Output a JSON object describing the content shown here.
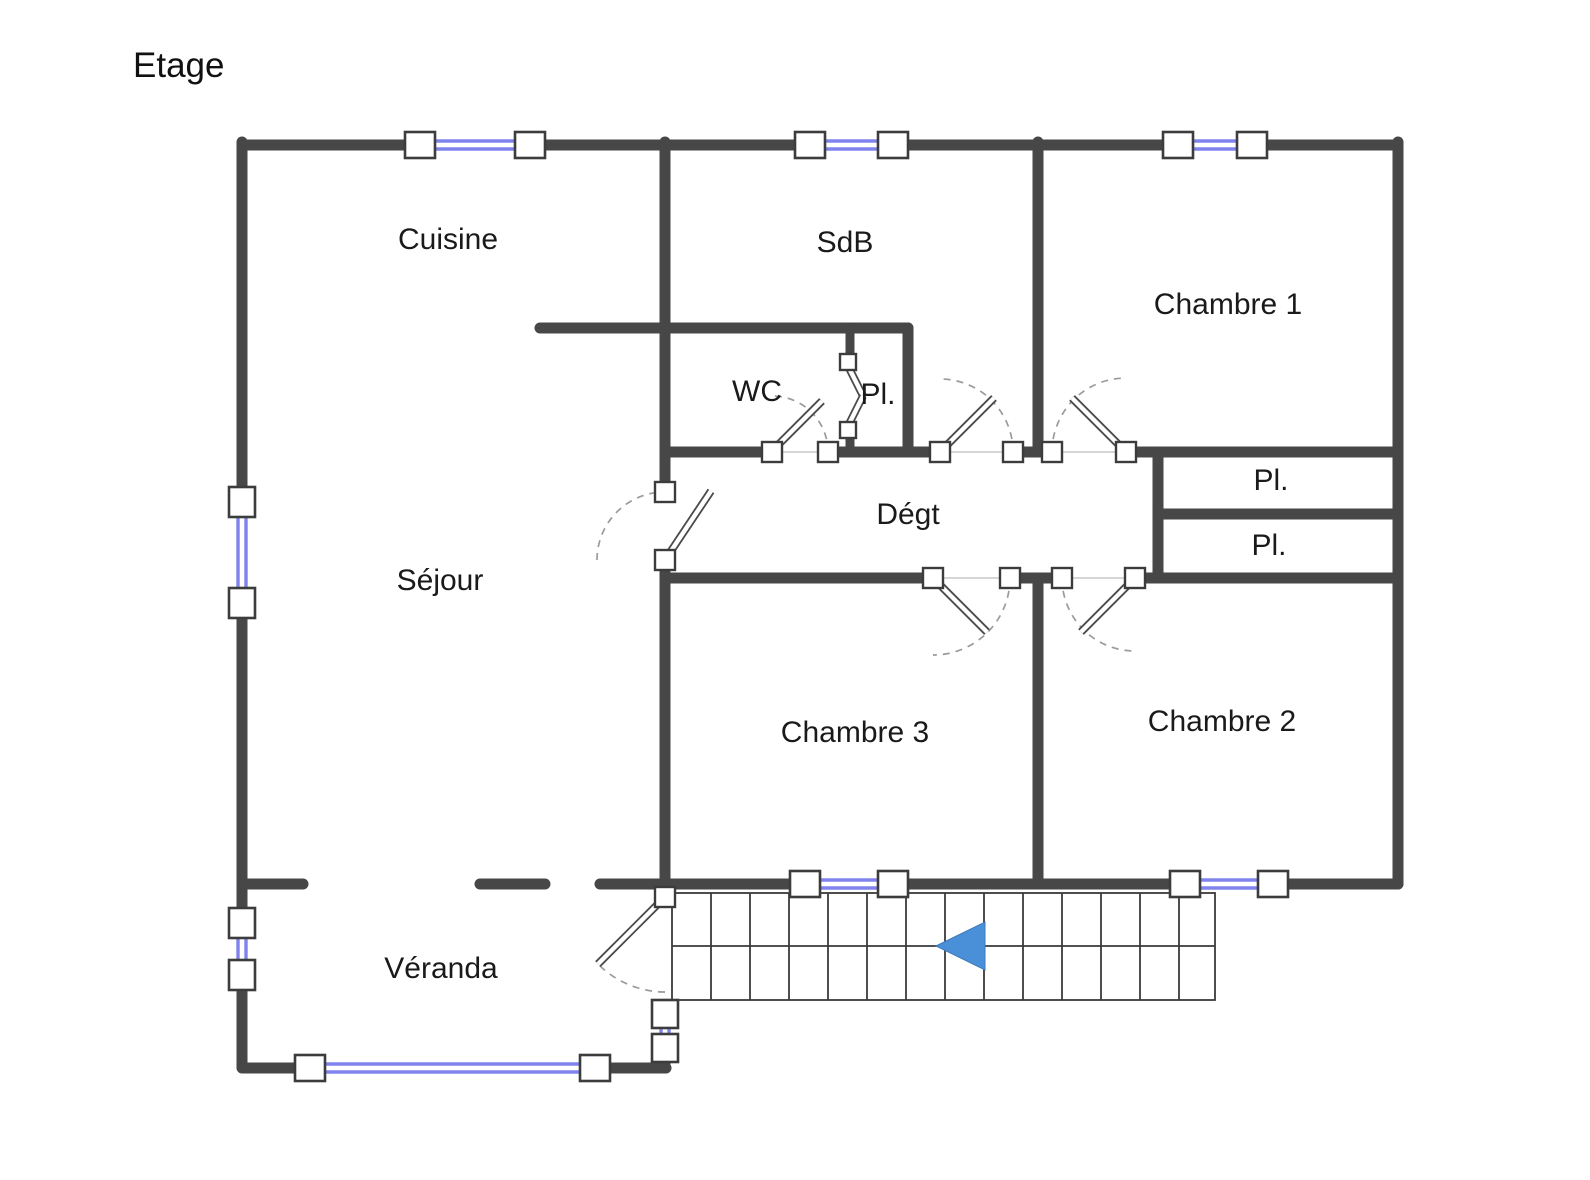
{
  "title": "Etage",
  "plan": {
    "rooms": [
      {
        "id": "cuisine",
        "label": "Cuisine"
      },
      {
        "id": "sdb",
        "label": "SdB"
      },
      {
        "id": "chambre-1",
        "label": "Chambre 1"
      },
      {
        "id": "wc",
        "label": "WC"
      },
      {
        "id": "placard-wc",
        "label": "Pl."
      },
      {
        "id": "degagement",
        "label": "Dégt"
      },
      {
        "id": "placard-haut",
        "label": "Pl."
      },
      {
        "id": "placard-bas",
        "label": "Pl."
      },
      {
        "id": "sejour",
        "label": "Séjour"
      },
      {
        "id": "chambre-3",
        "label": "Chambre 3"
      },
      {
        "id": "chambre-2",
        "label": "Chambre 2"
      },
      {
        "id": "veranda",
        "label": "Véranda"
      }
    ],
    "colors": {
      "background": "#ffffff",
      "wall": "#474747",
      "window": "#8083ee",
      "door": "#4a4a4a",
      "door_arc": "#9b9b9b",
      "stairs": "#3a3a3a",
      "stairs_arrow": "#4a90d9",
      "text": "#1a1a1a"
    },
    "features": {
      "stairs_direction_arrow": "left"
    }
  }
}
